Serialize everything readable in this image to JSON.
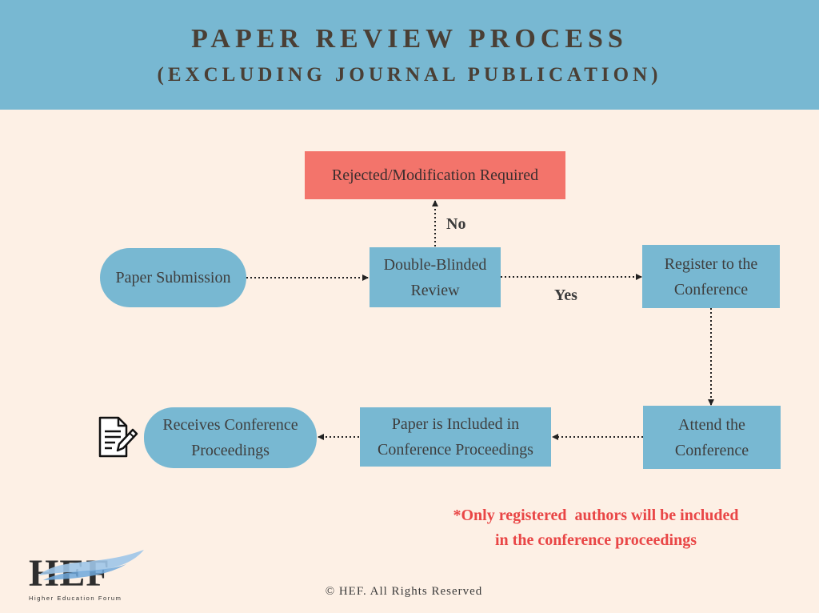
{
  "header": {
    "title": "PAPER REVIEW PROCESS",
    "subtitle": "(EXCLUDING JOURNAL PUBLICATION)"
  },
  "nodes": {
    "paper_submission": "Paper Submission",
    "review": {
      "line1": "Double-Blinded",
      "line2": "Review"
    },
    "rejected": "Rejected/Modification Required",
    "register": {
      "line1": "Register to the",
      "line2": "Conference"
    },
    "attend": {
      "line1": "Attend the",
      "line2": "Conference"
    },
    "included": {
      "line1": "Paper is Included in",
      "line2": "Conference Proceedings"
    },
    "receives": {
      "line1": "Receives Conference",
      "line2": "Proceedings"
    }
  },
  "edge_labels": {
    "no": "No",
    "yes": "Yes"
  },
  "note": {
    "line1": "*Only registered  authors will be included",
    "line2": "in the conference proceedings"
  },
  "footer": "© HEF. All Rights Reserved",
  "logo": {
    "letters": "HEF",
    "tagline": "Higher Education Forum"
  },
  "icons": {
    "document": "document-edit-icon",
    "logo_wing": "wing-icon"
  },
  "colors": {
    "header_bg": "#78b8d2",
    "page_bg": "#fdf0e5",
    "node_bg": "#78b8d2",
    "reject_bg": "#f3746b",
    "note_text": "#e94646",
    "title_text": "#4a3f35"
  }
}
